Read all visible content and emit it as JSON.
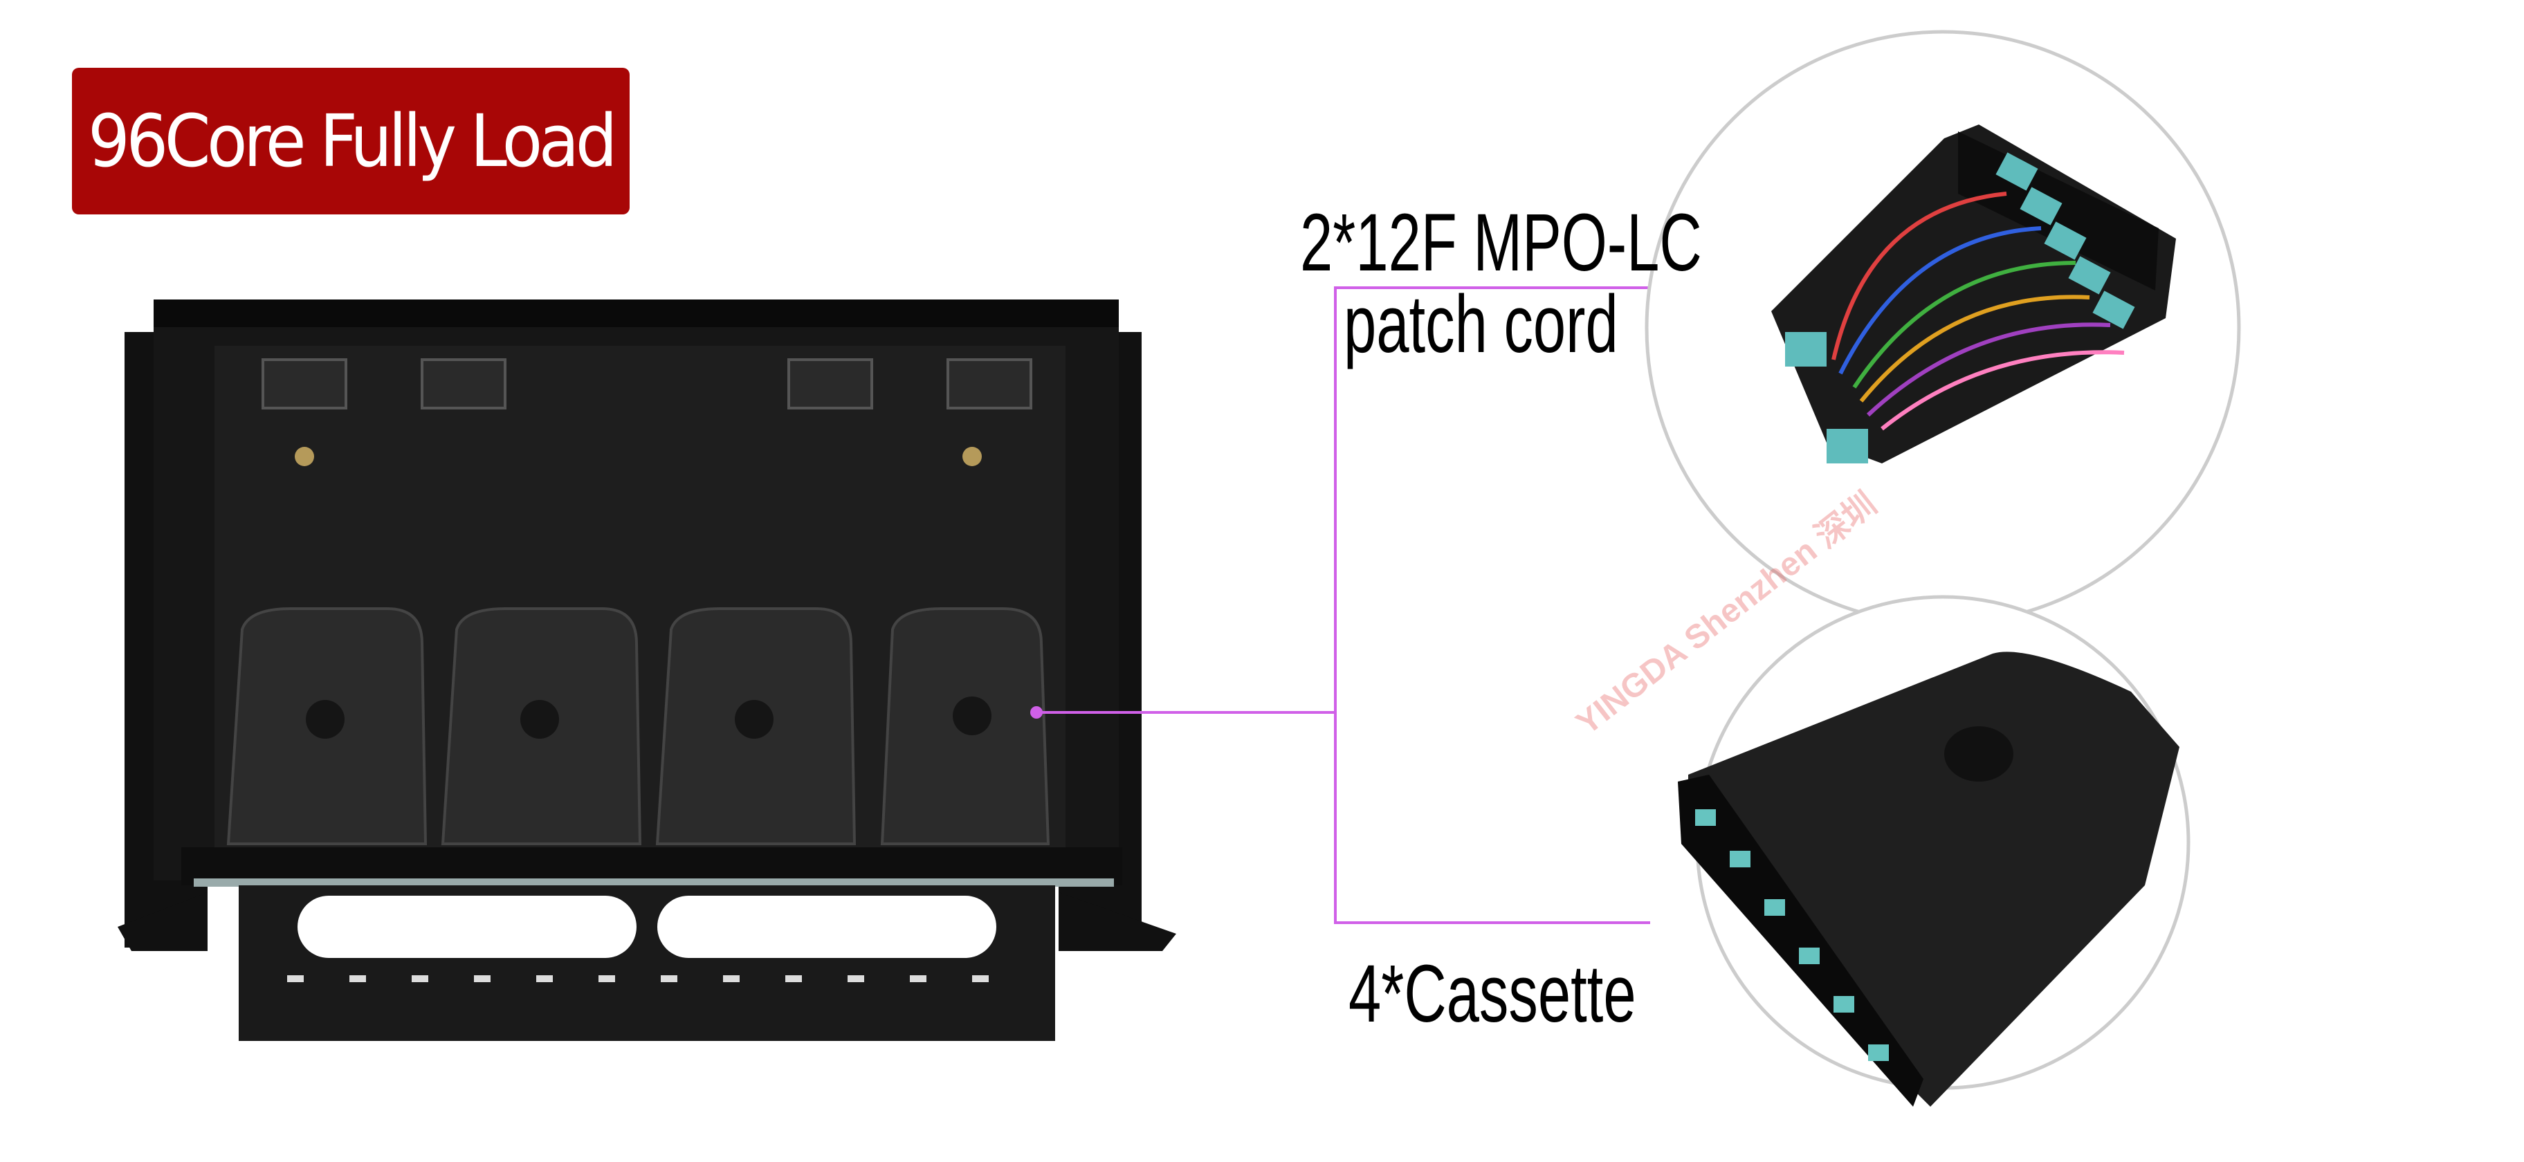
{
  "title_badge": {
    "text": "96Core Fully Load",
    "color": "#a80606"
  },
  "callouts": {
    "patch_cord_line1": "2*12F MPO-LC",
    "patch_cord_line2": "patch cord",
    "cassette": "4*Cassette",
    "line_color": "#d060e8"
  },
  "product": {
    "cassette_count": 4
  },
  "watermark": {
    "brand": "YINGDA",
    "city": "Shenzhen",
    "city_cn": "深圳"
  }
}
